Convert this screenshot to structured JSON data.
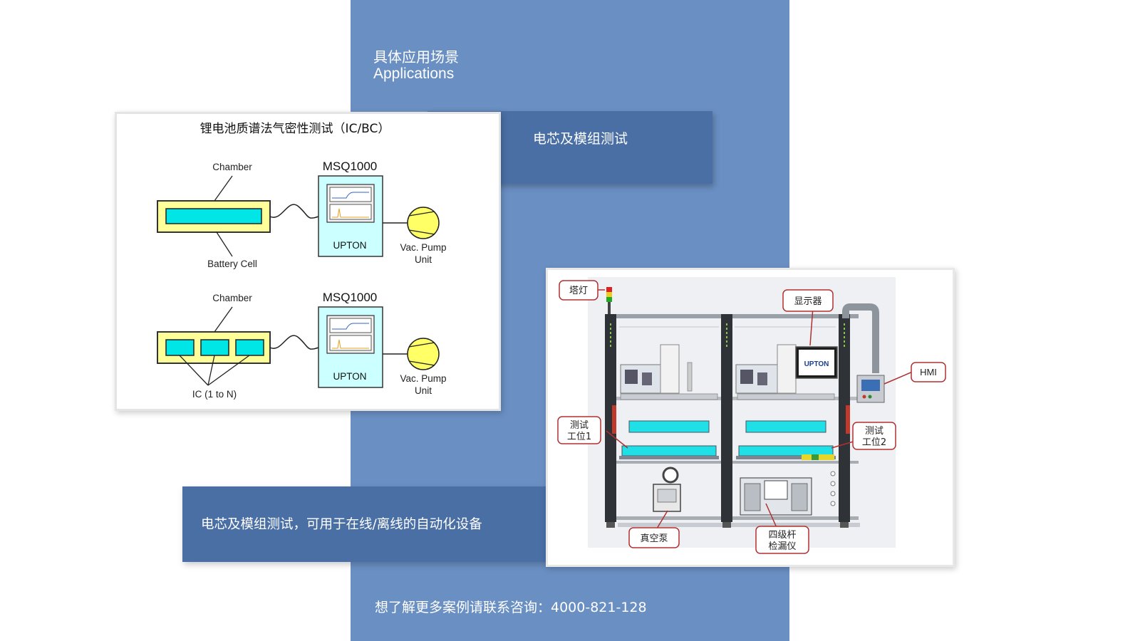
{
  "section": {
    "title_cn": "具体应用场景",
    "title_en": "Applications"
  },
  "top_label": "电芯及模组测试",
  "left_diagram": {
    "title": "锂电池质谱法气密性测试（IC/BC）",
    "setups": [
      {
        "chamber_label": "Chamber",
        "sample_label": "Battery Cell",
        "instrument": "MSQ1000",
        "brand": "UPTON",
        "pump_label_line1": "Vac. Pump",
        "pump_label_line2": "Unit"
      },
      {
        "chamber_label": "Chamber",
        "sample_label": "IC (1 to N)",
        "instrument": "MSQ1000",
        "brand": "UPTON",
        "pump_label_line1": "Vac. Pump",
        "pump_label_line2": "Unit"
      }
    ]
  },
  "bottom_band_text": "电芯及模组测试，可用于在线/离线的自动化设备",
  "machine": {
    "callouts": {
      "tower_light": "塔灯",
      "display": "显示器",
      "hmi": "HMI",
      "station1_line1": "测试",
      "station1_line2": "工位1",
      "station2_line1": "测试",
      "station2_line2": "工位2",
      "vacuum_pump": "真空泵",
      "quad_line1": "四级杆",
      "quad_line2": "检漏仪"
    },
    "screen_logo": "UPTON"
  },
  "footer": "想了解更多案例请联系咨询：4000-821-128",
  "colors": {
    "column_blue": "#6a8fc2",
    "box_blue": "#4a6fa5",
    "chamber_yellow": "#ffff99",
    "cell_cyan": "#00e5e5",
    "instrument_cyan": "#ccffff",
    "pump_yellow": "#ffff66"
  }
}
